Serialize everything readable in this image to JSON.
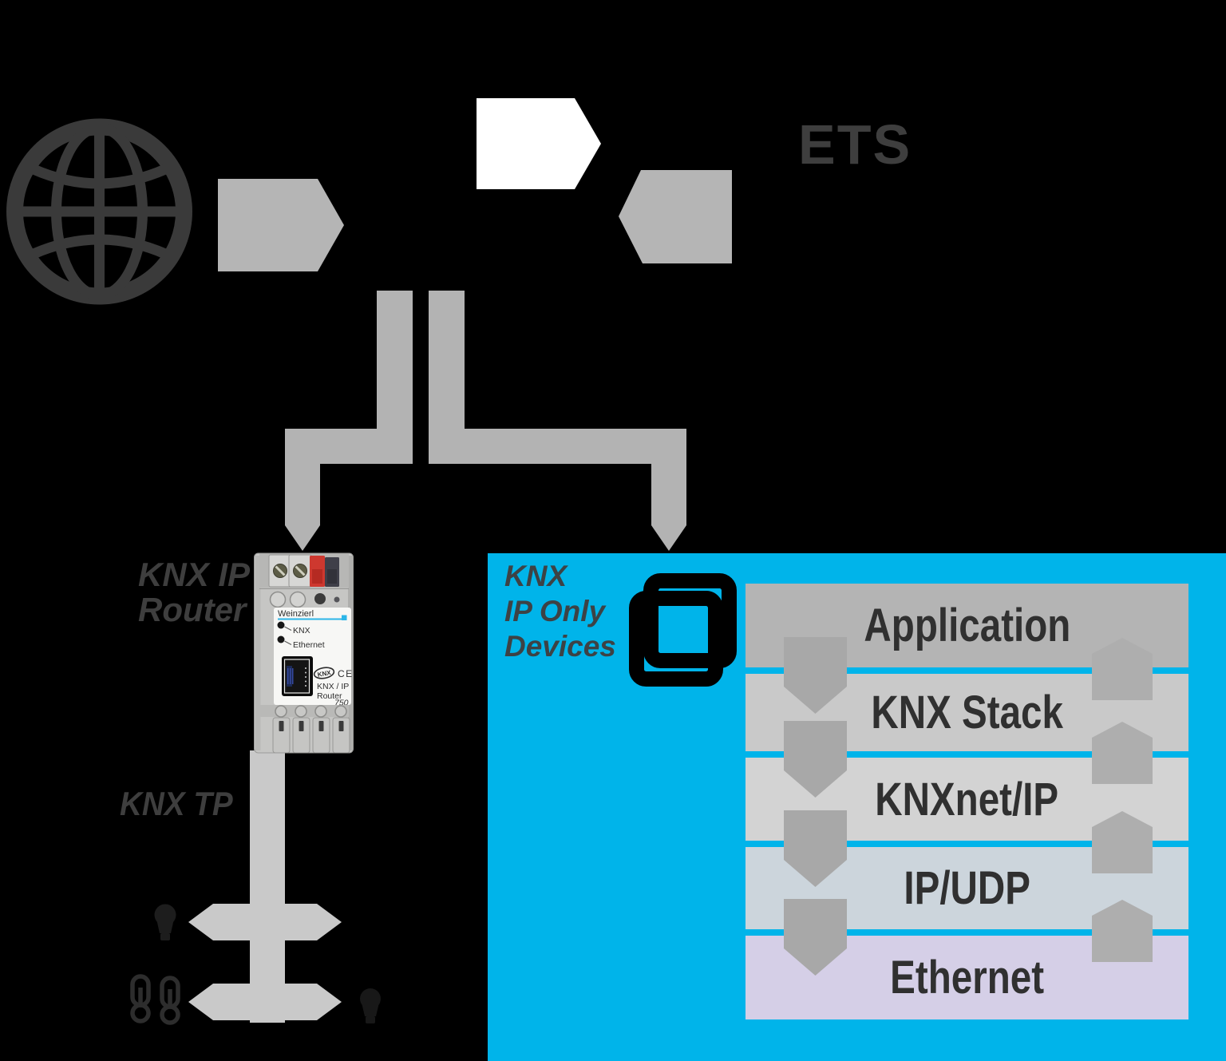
{
  "colors": {
    "background": "#000000",
    "cyan": "#00b4ea",
    "arrow-gray": "#b5b5b5",
    "connector-gray": "#b3b3b3",
    "white-arrow": "#ffffff",
    "tp-gray": "#c9c9c9",
    "down-arrow-gray": "#a8a8a8",
    "up-arrow-gray": "#aeaeae",
    "label-dark": "#3e3e3e",
    "layer-text": "#303030",
    "globe-gray": "#3a3a3a",
    "icon-dark": "#1d1d1d",
    "icon-mid": "#2d2d2d"
  },
  "labels": {
    "ets": "ETS",
    "router_line1": "KNX IP",
    "router_line2": "Router",
    "knx_tp": "KNX TP",
    "box_line1": "KNX",
    "box_line2": "IP Only",
    "box_line3": "Devices"
  },
  "device": {
    "brand": "Weinzierl",
    "led1_label": "KNX",
    "led2_label": "Ethernet",
    "logo": "KNX",
    "ce_mark": "CE",
    "product_line1": "KNX / IP",
    "product_line2": "Router",
    "model": "750"
  },
  "stack": {
    "layers": [
      {
        "label": "Application",
        "color": "#b4b4b4"
      },
      {
        "label": "KNX Stack",
        "color": "#c9c9c9"
      },
      {
        "label": "KNXnet/IP",
        "color": "#d3d3d3"
      },
      {
        "label": "IP/UDP",
        "color": "#ccd5dc"
      },
      {
        "label": "Ethernet",
        "color": "#d5cfe7"
      }
    ]
  },
  "icons": {
    "globe": "wireframe-globe",
    "devices": "overlapping-squares",
    "bulb_left": "light-bulb",
    "bulb_right": "light-bulb",
    "thermometers": "thermometer-pair"
  }
}
